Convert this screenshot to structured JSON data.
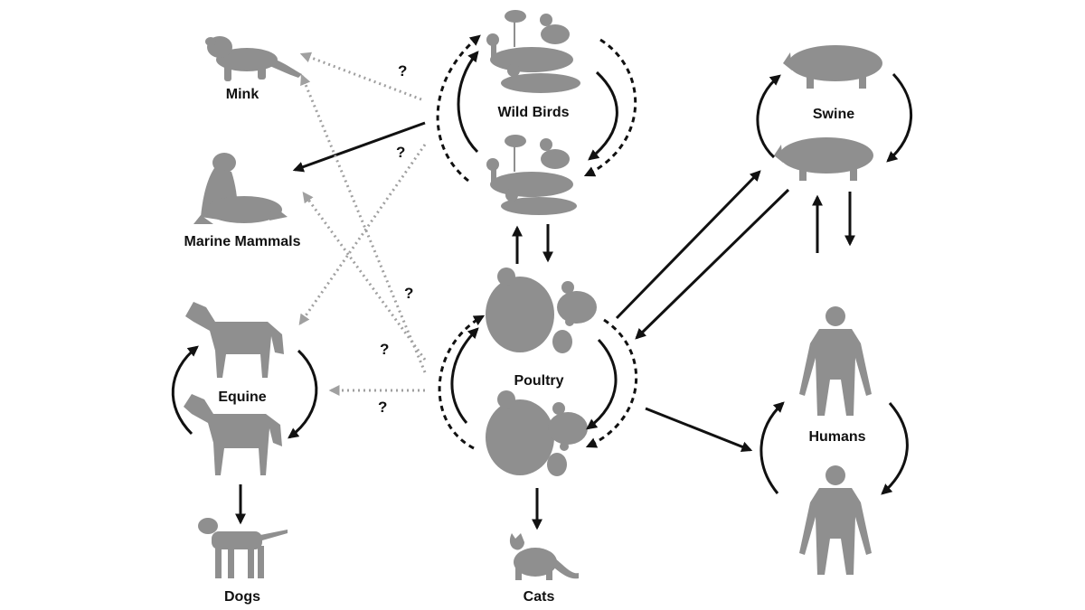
{
  "hosts": {
    "mink": "Mink",
    "marine_mammals": "Marine Mammals",
    "equine": "Equine",
    "dogs": "Dogs",
    "wild_birds": "Wild Birds",
    "poultry": "Poultry",
    "cats": "Cats",
    "swine": "Swine",
    "humans": "Humans"
  },
  "uncertain_marker": "?",
  "icons": {
    "mink": "mink-silhouette-icon",
    "marine_mammals": "sea-lion-silhouette-icon",
    "equine": "horse-silhouette-icon",
    "dogs": "dog-silhouette-icon",
    "wild_birds": "wild-birds-silhouette-icon",
    "poultry": "poultry-silhouette-icon",
    "cats": "cat-silhouette-icon",
    "swine": "pig-silhouette-icon",
    "humans": "human-silhouette-icon"
  },
  "colors": {
    "silhouette": "#8f8f8f",
    "arrow": "#111111",
    "uncertain_arrow": "#a0a0a0"
  }
}
